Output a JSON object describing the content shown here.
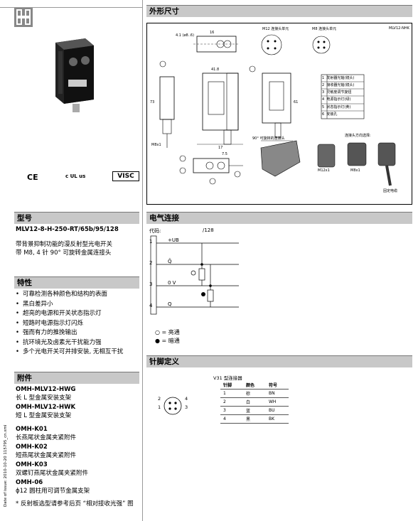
{
  "sections": {
    "dimensions": "外形尺寸",
    "model": "型号",
    "features": "特性",
    "accessories": "附件",
    "electrical": "电气连接",
    "pinout": "针脚定义"
  },
  "model_code": "MLV12-8-H-250-RT/65b/95/128",
  "model_desc": [
    "带背景抑制功能的漫反射型光电开关",
    "带 M8, 4 针 90° 可旋转金属连接头"
  ],
  "features": [
    "可靠检测各种颜色和结构的表面",
    "黑白差异小",
    "超亮的电源和开关状态指示灯",
    "短路时电源指示灯闪烁",
    "强而有力的推挽输出",
    "抗环境光及卤素光干扰能力强",
    "多个光电开关可并排安装, 无相互干扰"
  ],
  "accessories": [
    {
      "code": "OMH-MLV12-HWG",
      "desc": "长 L 型金属安装支架"
    },
    {
      "code": "OMH-MLV12-HWK",
      "desc": "短 L 型金属安装支架"
    },
    {
      "code": "OMH-K01",
      "desc": "长燕尾状金属夹紧附件"
    },
    {
      "code": "OMH-K02",
      "desc": "短燕尾状金属夹紧附件"
    },
    {
      "code": "OMH-K03",
      "desc": "双螺钉燕尾状金属夹紧附件"
    },
    {
      "code": "OMH-06",
      "desc": "ϕ12 圆柱用可调节金属支架"
    }
  ],
  "footnote": "* 反射板选型请参考后页 “相对接收光强” 图",
  "side_text": "Date of issue: 2010-10-20   115795_cn.xml",
  "certs": {
    "ce": "CE",
    "ul": "c UL us",
    "visc": "VISC"
  },
  "drawing": {
    "label_m12": "M12 连接头单元",
    "label_m8": "M8 连接头单元",
    "ref": "MLV12-NHK",
    "d41": "41.8",
    "d16": "16",
    "d73": "73",
    "d61": "61",
    "d17": "17",
    "d75": "7.5",
    "dm8": "M8x1",
    "hole": "4.1 (ø8..6)",
    "note90": "90° 可旋转的连接头",
    "angle_label": "连接头方向选择:",
    "legend": [
      "发射器光轴(镜头)",
      "接收器光轴(镜头)",
      "灵敏度调节旋钮",
      "电源指示灯(绿)",
      "状态指示灯(黄)",
      "安装孔"
    ],
    "legend_nums": [
      "1",
      "2",
      "3",
      "4",
      "5",
      "6"
    ],
    "c1": "M12x1",
    "c2": "M8x1",
    "c3": "固定电缆"
  },
  "wiring": {
    "code_label": "代码:",
    "code_value": "/128",
    "pins": [
      "1",
      "2",
      "3",
      "4"
    ],
    "signals": [
      "+UB",
      "Q̄",
      "0 V",
      "Q"
    ],
    "legend_bright": "○ = 亮通",
    "legend_dark": "● = 暗通"
  },
  "pinout": {
    "connector_title": "V31 型连接器",
    "headers": [
      "针脚",
      "颜色",
      "符号"
    ],
    "rows": [
      [
        "1",
        "棕",
        "BN"
      ],
      [
        "2",
        "白",
        "WH"
      ],
      [
        "3",
        "蓝",
        "BU"
      ],
      [
        "4",
        "黑",
        "BK"
      ]
    ],
    "pin_labels": [
      "1",
      "2",
      "3",
      "4"
    ]
  }
}
